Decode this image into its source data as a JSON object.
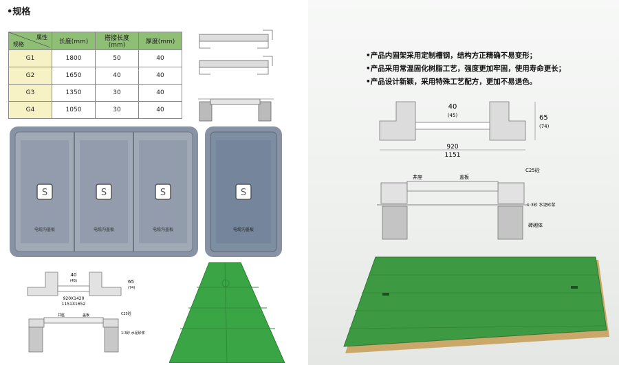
{
  "heading": "•规格",
  "spec_table": {
    "corner_top": "属性",
    "corner_bottom": "规格",
    "columns": [
      "长度(mm)",
      "搭接长度(mm)",
      "厚度(mm)"
    ],
    "rows": [
      {
        "name": "G1",
        "values": [
          "1800",
          "50",
          "40"
        ]
      },
      {
        "name": "G2",
        "values": [
          "1650",
          "40",
          "40"
        ]
      },
      {
        "name": "G3",
        "values": [
          "1350",
          "30",
          "40"
        ]
      },
      {
        "name": "G4",
        "values": [
          "1050",
          "30",
          "40"
        ]
      }
    ]
  },
  "features": [
    "•产品内固架采用定制槽钢，结构方正精确不易变形；",
    "•产品采用常温固化树脂工艺，强度更加牢固，使用寿命更长；",
    "•产品设计新颖，采用特殊工艺配方，更加不易退色。"
  ],
  "big_drawing": {
    "top_dim": "40",
    "top_dim_sub": "(45)",
    "height_dim": "65",
    "height_dim_sub": "(74)",
    "inner_width": "920",
    "outer_width": "1151",
    "label_seat": "井座",
    "label_cover": "盖板",
    "label_concrete": "C25砼",
    "label_mortar": "1:3砂 水泥砂浆",
    "label_brick": "砖砌体"
  },
  "small_drawing": {
    "top_dim": "40",
    "top_dim_sub": "(45)",
    "height_dim": "65",
    "height_dim_sub": "(74)",
    "inner_width": "920X1420",
    "outer_width": "1151X1652",
    "label_seat": "井座",
    "label_cover": "盖板",
    "label_concrete": "C25砼",
    "label_mortar": "1:3砂 水泥砂浆"
  },
  "cover_text": "电缆沟盖板",
  "colors": {
    "header_green": "#8fbf74",
    "name_cell": "#f7f2c6",
    "grey_cover": "#8793a4",
    "green_cover": "#3aa545"
  }
}
